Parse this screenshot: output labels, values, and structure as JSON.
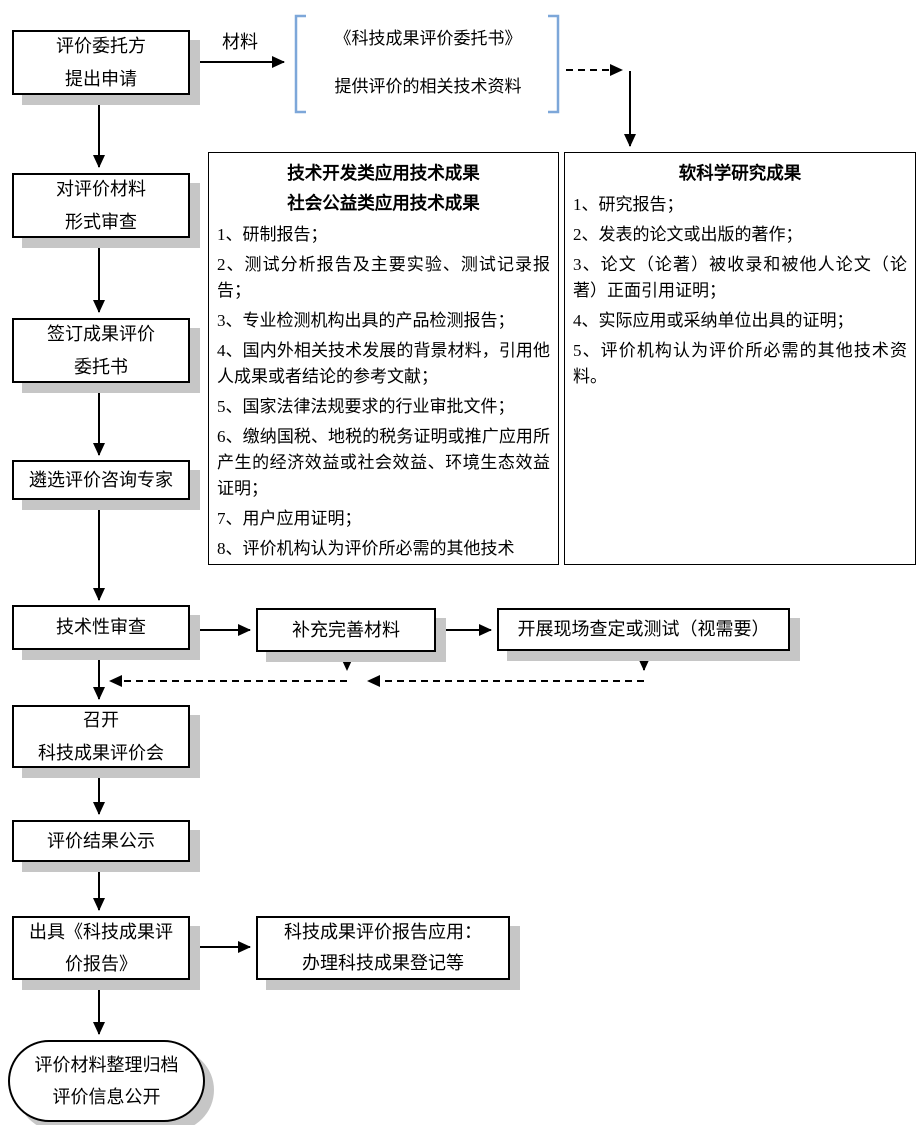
{
  "nodes": {
    "apply": "评价委托方\n提出申请",
    "form_review": "对评价材料\n形式审查",
    "sign": "签订成果评价\n委托书",
    "select_experts": "遴选评价咨询专家",
    "tech_review": "技术性审查",
    "supplement": "补充完善材料",
    "site_test": "开展现场查定或测试（视需要）",
    "meeting": "召开\n科技成果评价会",
    "publicity": "评价结果公示",
    "report": "出具《科技成果评\n价报告》",
    "report_application": "科技成果评价报告应用：\n办理科技成果登记等",
    "archive": "评价材料整理归档\n评价信息公开"
  },
  "material_label": "材料",
  "bracket_box": {
    "line1": "《科技成果评价委托书》",
    "line2": "提供评价的相关技术资料"
  },
  "middle_box": {
    "title": "技术开发类应用技术成果\n社会公益类应用技术成果",
    "items": [
      "1、研制报告；",
      "2、测试分析报告及主要实验、测试记录报告；",
      "3、专业检测机构出具的产品检测报告；",
      "4、国内外相关技术发展的背景材料，引用他人成果或者结论的参考文献；",
      "5、国家法律法规要求的行业审批文件；",
      "6、缴纳国税、地税的税务证明或推广应用所产生的经济效益或社会效益、环境生态效益证明；",
      "7、用户应用证明；",
      "8、评价机构认为评价所必需的其他技术"
    ]
  },
  "right_box": {
    "title": "软科学研究成果",
    "items": [
      "1、研究报告；",
      "2、发表的论文或出版的著作；",
      "3、论文（论著）被收录和被他人论文（论著）正面引用证明；",
      "4、实际应用或采纳单位出具的证明；",
      "5、评价机构认为评价所必需的其他技术资料。"
    ]
  },
  "colors": {
    "line": "#000000",
    "bracket": "#7da7d9",
    "shadow": "#c6c6c6",
    "box_fill": "#ffffff"
  }
}
